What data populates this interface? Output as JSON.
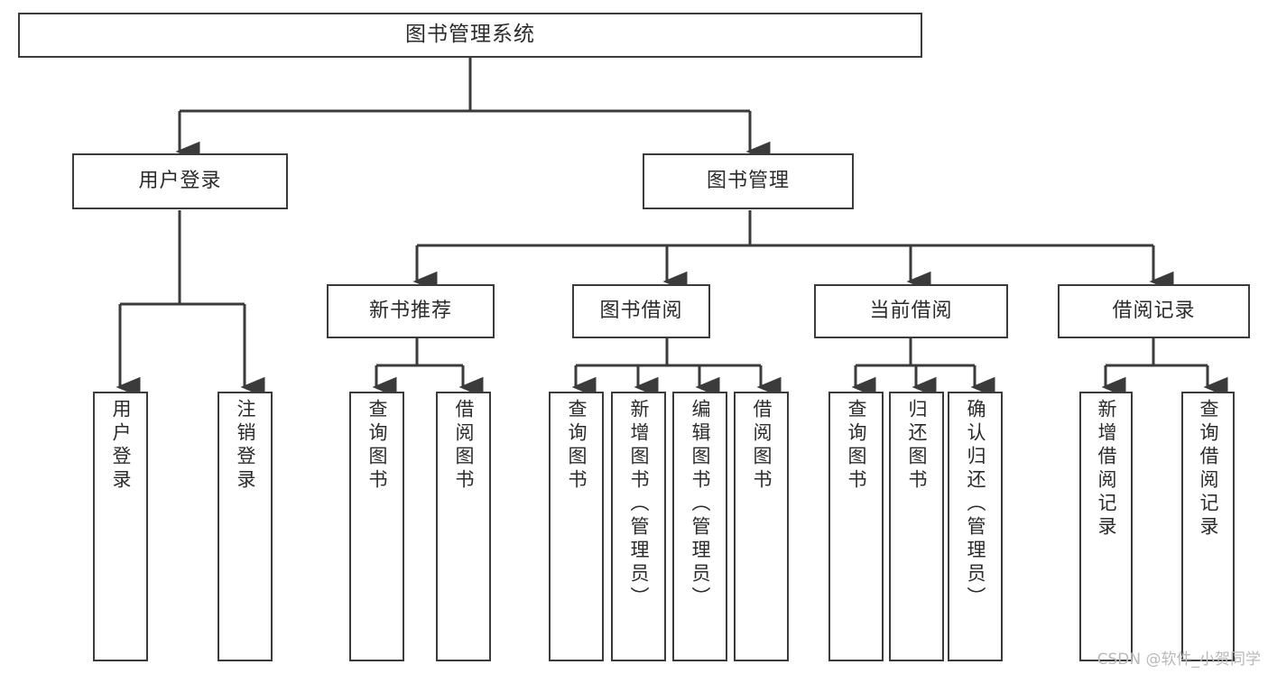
{
  "diagram": {
    "title": "图书管理系统",
    "type": "tree",
    "watermark": "CSDN @软件_小贺同学",
    "colors": {
      "background": "#ffffff",
      "stroke": "#3b3b3b",
      "text": "#2b2b2b",
      "watermark": "#b9b9b9"
    },
    "root": {
      "label": "图书管理系统"
    },
    "level1": [
      {
        "label": "用户登录"
      },
      {
        "label": "图书管理"
      }
    ],
    "level2": [
      {
        "label": "新书推荐"
      },
      {
        "label": "图书借阅"
      },
      {
        "label": "当前借阅"
      },
      {
        "label": "借阅记录"
      }
    ],
    "leaves": [
      {
        "label": "用户登录",
        "parent": "用户登录"
      },
      {
        "label": "注销登录",
        "parent": "用户登录"
      },
      {
        "label": "查询图书",
        "parent": "新书推荐"
      },
      {
        "label": "借阅图书",
        "parent": "新书推荐"
      },
      {
        "label": "查询图书",
        "parent": "图书借阅"
      },
      {
        "label": "新增图书（管理员）",
        "parent": "图书借阅"
      },
      {
        "label": "编辑图书（管理员）",
        "parent": "图书借阅"
      },
      {
        "label": "借阅图书",
        "parent": "图书借阅"
      },
      {
        "label": "查询图书",
        "parent": "当前借阅"
      },
      {
        "label": "归还图书",
        "parent": "当前借阅"
      },
      {
        "label": "确认归还（管理员）",
        "parent": "当前借阅"
      },
      {
        "label": "新增借阅记录",
        "parent": "借阅记录"
      },
      {
        "label": "查询借阅记录",
        "parent": "借阅记录"
      }
    ]
  }
}
